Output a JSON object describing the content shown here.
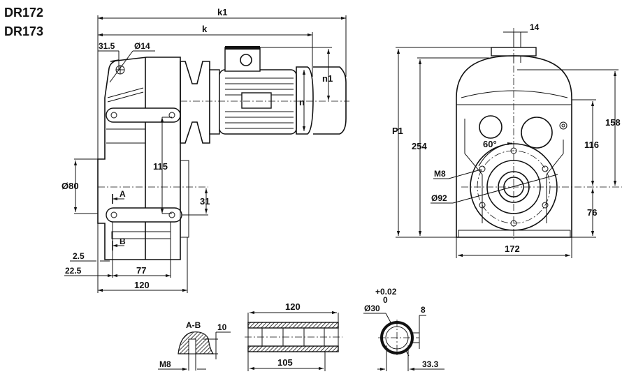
{
  "models": [
    "DR172",
    "DR173"
  ],
  "side_view": {
    "k1": "k1",
    "k": "k",
    "d31_5": "31.5",
    "hole": "Ø14",
    "n1": "n1",
    "n": "n",
    "d115": "115",
    "d80": "Ø80",
    "d31": "31",
    "section_a": "A",
    "section_b": "B",
    "d2_5": "2.5",
    "d22_5": "22.5",
    "d77": "77",
    "d120": "120"
  },
  "front_view": {
    "d14": "14",
    "P1": "P1",
    "d254": "254",
    "d158": "158",
    "d116": "116",
    "angle": "60°",
    "thread": "M8",
    "pcd": "Ø92",
    "d76": "76",
    "d172": "172"
  },
  "section_detail": {
    "title": "A-B",
    "depth": "10",
    "thread": "M8"
  },
  "shaft_detail": {
    "length": "120",
    "inner_length": "105"
  },
  "bore_detail": {
    "tol_upper": "+0.02",
    "tol_lower": "0",
    "diameter": "Ø30",
    "key": "8",
    "depth": "33.3"
  }
}
